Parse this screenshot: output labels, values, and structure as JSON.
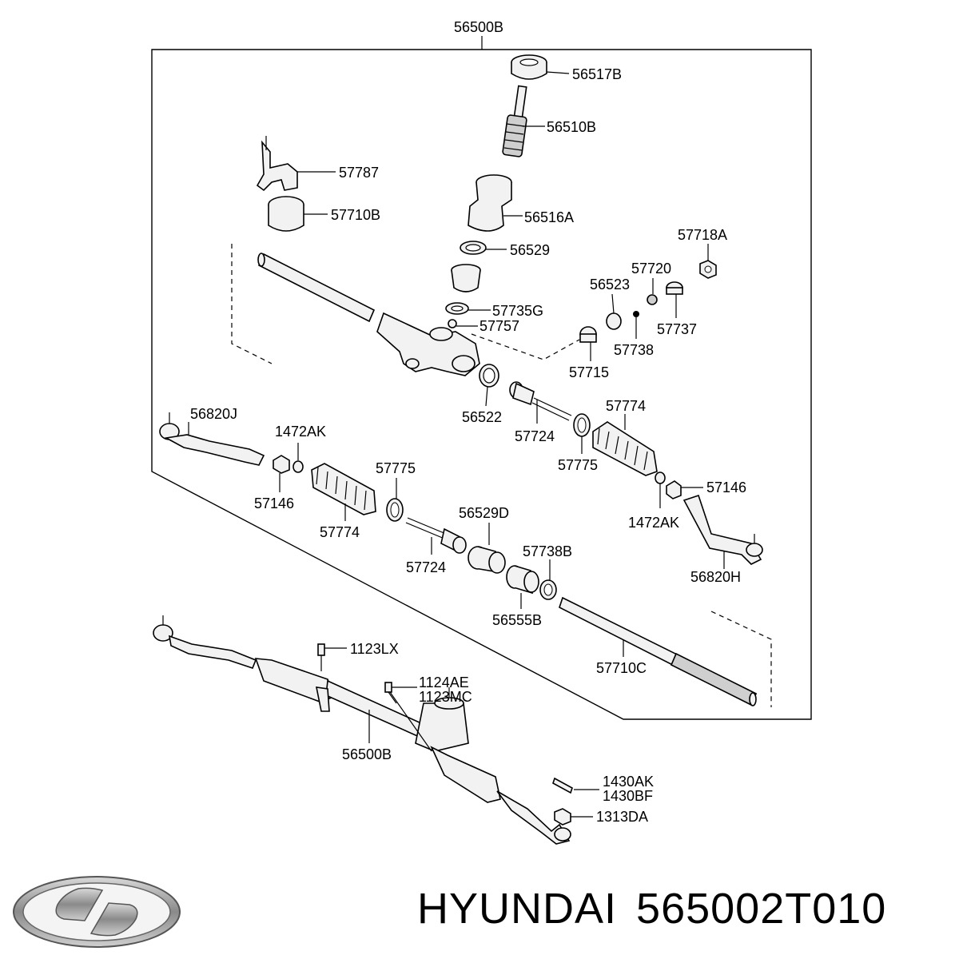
{
  "diagram": {
    "assembly_top_label": "56500B",
    "labels": {
      "l_56517B": "56517B",
      "l_56510B": "56510B",
      "l_57787": "57787",
      "l_57710B": "57710B",
      "l_56516A": "56516A",
      "l_57718A": "57718A",
      "l_56529": "56529",
      "l_57720": "57720",
      "l_56523": "56523",
      "l_57735G": "57735G",
      "l_57757": "57757",
      "l_57737": "57737",
      "l_57738": "57738",
      "l_57715": "57715",
      "l_56522": "56522",
      "l_56820J": "56820J",
      "l_1472AK_left": "1472AK",
      "l_57774_right": "57774",
      "l_57724_right": "57724",
      "l_57775_right": "57775",
      "l_57775_left": "57775",
      "l_57146_right": "57146",
      "l_57146_left": "57146",
      "l_56529D": "56529D",
      "l_1472AK_right": "1472AK",
      "l_57774_left": "57774",
      "l_57738B": "57738B",
      "l_57724_left": "57724",
      "l_56820H": "56820H",
      "l_56555B": "56555B",
      "l_1123LX": "1123LX",
      "l_57710C": "57710C",
      "l_1124AE": "1124AE",
      "l_1123MC": "1123MC",
      "l_56500B_bottom": "56500B",
      "l_1430AK": "1430AK",
      "l_1430BF": "1430BF",
      "l_1313DA": "1313DA"
    }
  },
  "footer": {
    "brand": "HYUNDAI",
    "part_number": "565002T010",
    "logo_icon": "hyundai-logo-icon"
  }
}
